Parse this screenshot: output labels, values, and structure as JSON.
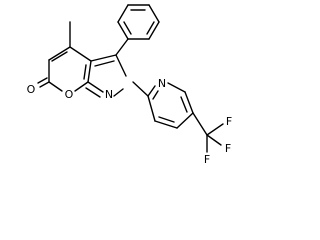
{
  "molecule": {
    "atom_labels": {
      "ring_nitrogen": "N",
      "pyridine_nitrogen": "N",
      "ring_oxygen": "O",
      "carbonyl_oxygen": "O",
      "fluorine_top": "F",
      "fluorine_right": "F",
      "fluorine_bottom": "F"
    }
  }
}
